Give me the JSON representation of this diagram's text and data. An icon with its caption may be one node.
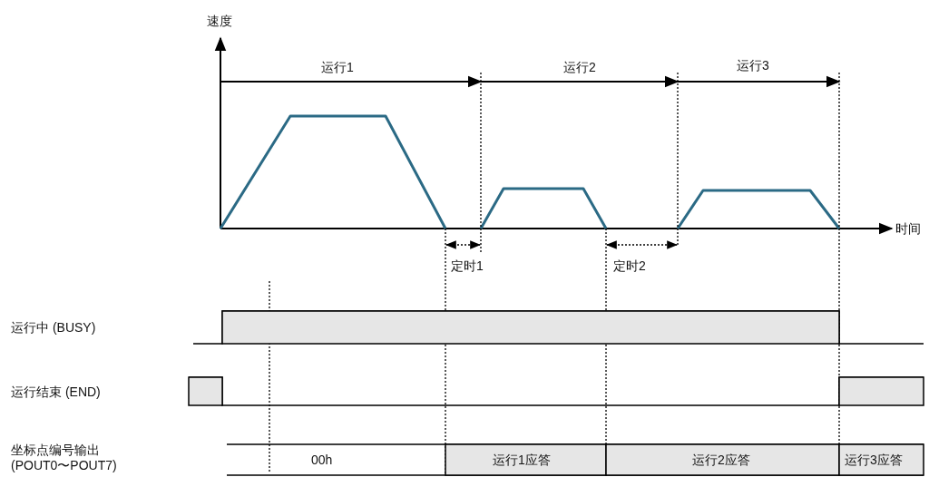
{
  "diagram": {
    "labels": [
      "速度",
      "运行1",
      "运行2",
      "运行3",
      "时间",
      "定时1",
      "定时2",
      "运行中 (BUSY)",
      "运行结束 (END)",
      "坐标点编号输出 (POUT0〜POUT7)",
      "00h",
      "运行1应答",
      "运行2应答",
      "运行3应答"
    ]
  }
}
